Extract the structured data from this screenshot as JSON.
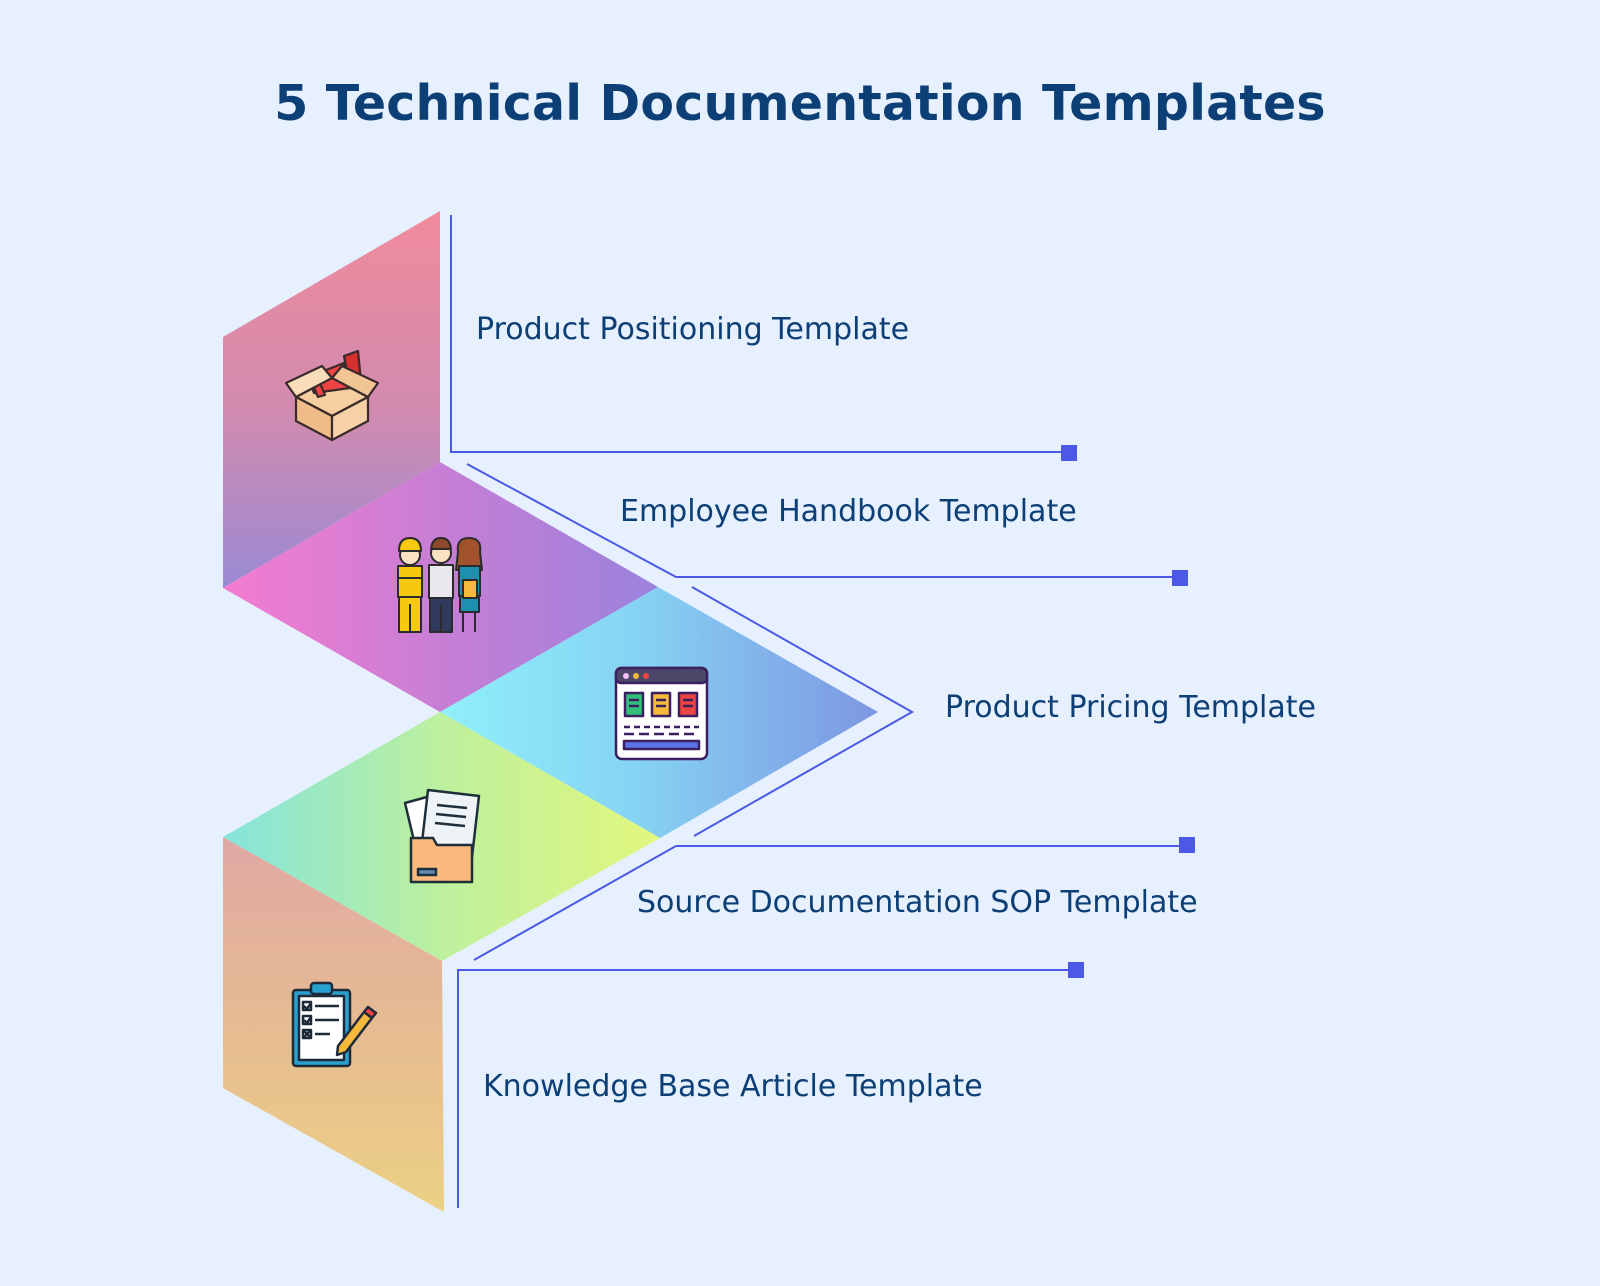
{
  "title": "5 Technical Documentation Templates",
  "items": [
    {
      "label": "Product Positioning Template",
      "icon": "megaphone-box-icon"
    },
    {
      "label": "Employee Handbook Template",
      "icon": "team-people-icon"
    },
    {
      "label": "Product Pricing Template",
      "icon": "pricing-table-window-icon"
    },
    {
      "label": "Source Documentation SOP Template",
      "icon": "document-folder-icon"
    },
    {
      "label": "Knowledge Base Article Template",
      "icon": "checklist-clipboard-icon"
    }
  ],
  "colors": {
    "background": "#e6f0fe",
    "title": "#0d3f77",
    "label": "#0d3f77",
    "connector": "#4b59e6"
  }
}
